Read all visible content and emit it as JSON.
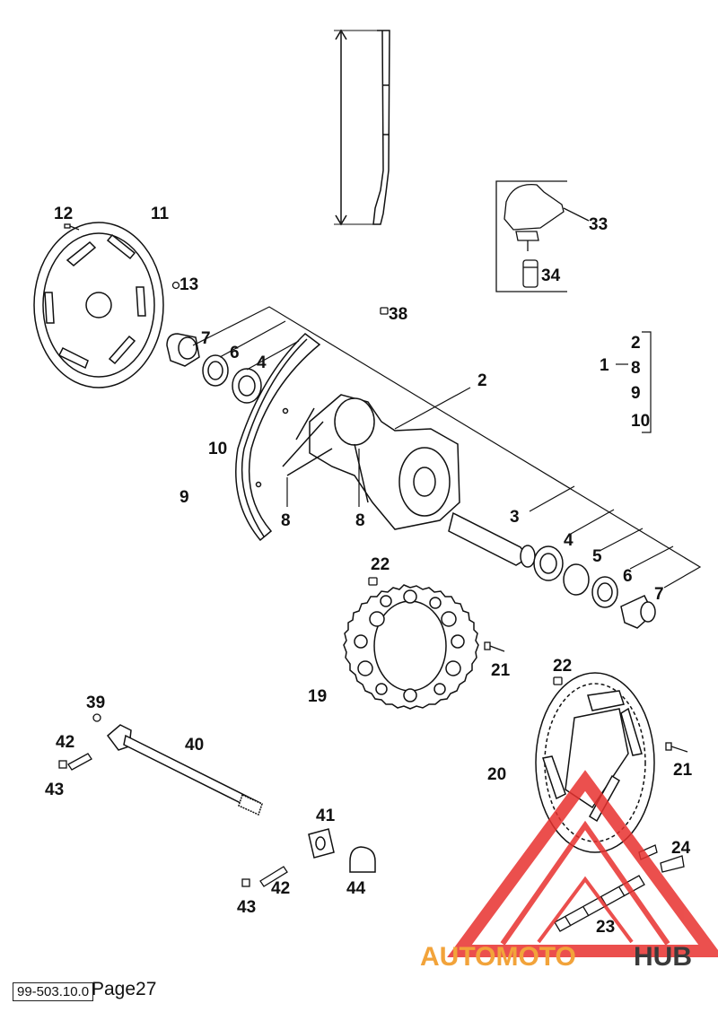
{
  "callouts": {
    "c1": "1",
    "c2": "2",
    "c3": "3",
    "c4": "4",
    "c5": "5",
    "c6": "6",
    "c7": "7",
    "c8": "8",
    "c9": "9",
    "c10": "10",
    "c11": "11",
    "c12": "12",
    "c13": "13",
    "c19": "19",
    "c20": "20",
    "c21": "21",
    "c22": "22",
    "c23": "23",
    "c24": "24",
    "c33": "33",
    "c34": "34",
    "c38": "38",
    "c39": "39",
    "c40": "40",
    "c41": "41",
    "c42": "42",
    "c43": "43",
    "c44": "44"
  },
  "legend_group": {
    "parent": "1",
    "members": [
      "2",
      "8",
      "9",
      "10"
    ]
  },
  "footer": {
    "code": "99-503.10.0",
    "page": "Page27"
  },
  "watermark": {
    "part1": "AUTOMOTO",
    "part2": "HUB",
    "color_accent": "#e8312f",
    "color_secondary": "#f2a33a",
    "color_dark": "#3a3a3a"
  }
}
